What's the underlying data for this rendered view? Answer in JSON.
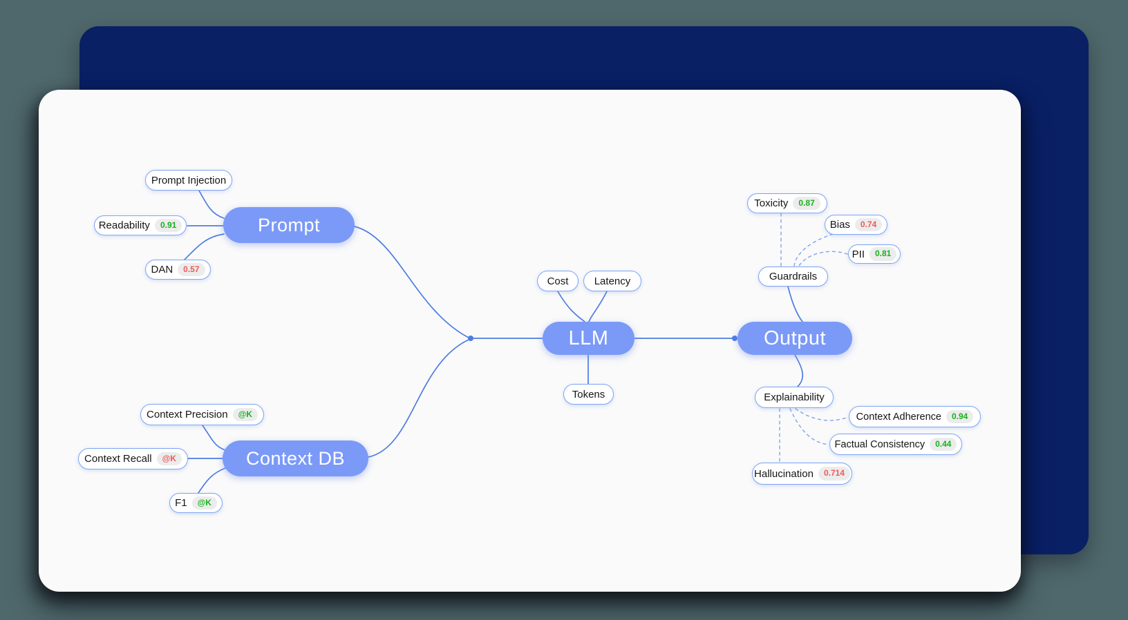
{
  "diagram": {
    "main_nodes": {
      "prompt": {
        "label": "Prompt"
      },
      "llm": {
        "label": "LLM"
      },
      "output": {
        "label": "Output"
      },
      "context_db": {
        "label": "Context DB"
      }
    },
    "leaves": {
      "prompt_injection": {
        "label": "Prompt Injection"
      },
      "readability": {
        "label": "Readability",
        "badge": "0.91",
        "badge_color": "green"
      },
      "dan": {
        "label": "DAN",
        "badge": "0.57",
        "badge_color": "red"
      },
      "context_precision": {
        "label": "Context Precision",
        "badge": "@K",
        "badge_color": "green"
      },
      "context_recall": {
        "label": "Context Recall",
        "badge": "@K",
        "badge_color": "red"
      },
      "f1": {
        "label": "F1",
        "badge": "@K",
        "badge_color": "green"
      },
      "cost": {
        "label": "Cost"
      },
      "latency": {
        "label": "Latency"
      },
      "tokens": {
        "label": "Tokens"
      },
      "toxicity": {
        "label": "Toxicity",
        "badge": "0.87",
        "badge_color": "green"
      },
      "bias": {
        "label": "Bias",
        "badge": "0.74",
        "badge_color": "red"
      },
      "pii": {
        "label": "PII",
        "badge": "0.81",
        "badge_color": "green"
      },
      "guardrails": {
        "label": "Guardrails"
      },
      "explainability": {
        "label": "Explainability"
      },
      "context_adherence": {
        "label": "Context Adherence",
        "badge": "0.94",
        "badge_color": "green"
      },
      "factual_consistency": {
        "label": "Factual Consistency",
        "badge": "0.44",
        "badge_color": "green"
      },
      "hallucination": {
        "label": "Hallucination",
        "badge": "0.714",
        "badge_color": "red"
      }
    }
  },
  "colors": {
    "page_bg": "#4f686c",
    "navy_card": "#0a2065",
    "white_card": "#fafafa",
    "node_blue": "#7b9af7",
    "node_text": "#ffffff",
    "pill_bg": "#ffffff",
    "pill_border": "#7da4f2",
    "pill_text": "#151515",
    "badge_bg": "#ececec",
    "badge_green": "#17b21e",
    "badge_red": "#f25858",
    "edge": "#4d7ce2",
    "edge_dashed": "#86a8f0"
  }
}
